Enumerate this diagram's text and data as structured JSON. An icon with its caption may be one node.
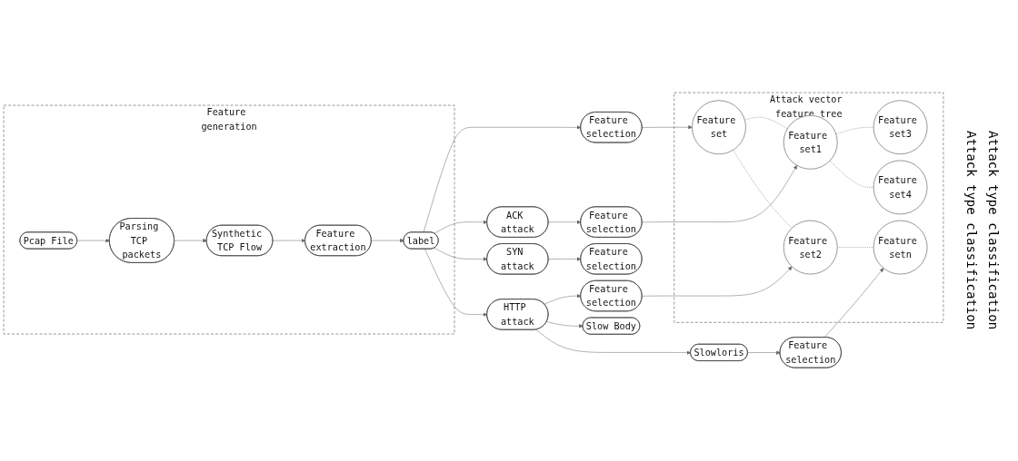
{
  "diagram": {
    "nodes": [
      {
        "text": [
          "Feature generation"
        ]
      },
      {
        "text": [
          "Synthetic TCP Flow"
        ],
        "in": 0
      },
      {
        "text": [
          "Feature extraction"
        ],
        "in": 0
      },
      {
        "text": [
          "label"
        ],
        "in": 0
      },
      {
        "text": [
          "Parsing TCP packets"
        ],
        "in": 0
      },
      {
        "text": [
          "Pcap File"
        ],
        "in": 0
      },
      {
        "text": [
          "Feature selection"
        ]
      },
      {
        "text": [
          "Attack vector feature tree"
        ]
      },
      {
        "text": [
          "Feature set"
        ],
        "in": 7
      },
      {
        "text": [
          "ACK attack"
        ]
      },
      {
        "text": [
          "Feature selection"
        ]
      },
      {
        "text": [
          "Feature set1"
        ],
        "in": 7
      },
      {
        "text": [
          "Feature set2"
        ],
        "in": 7
      },
      {
        "text": [
          "SYN attack"
        ]
      },
      {
        "text": [
          "Feature selection"
        ]
      },
      {
        "text": [
          "Feature set3"
        ],
        "in": 7
      },
      {
        "text": [
          "Feature set4"
        ],
        "in": 7
      },
      {
        "text": [
          "Feature setn"
        ],
        "in": 7
      },
      {
        "text": [
          "HTTP attack"
        ]
      },
      {
        "text": [
          "Feature selection"
        ]
      },
      {
        "text": [
          "Slow Body"
        ]
      },
      {
        "text": [
          "Slowloris"
        ]
      },
      {
        "text": [
          "Feature selection"
        ]
      }
    ],
    "edges": [
      {
        "from": 5,
        "to": 4,
        "arrow": "to"
      },
      {
        "from": 4,
        "to": 1,
        "arrow": "to"
      },
      {
        "from": 1,
        "to": 2,
        "arrow": "to"
      },
      {
        "from": 2,
        "to": 3,
        "arrow": "to"
      },
      {
        "from": 3,
        "to": 6,
        "arrow": "to"
      },
      {
        "from": 6,
        "to": 8,
        "arrow": "to"
      },
      {
        "from": 3,
        "to": 9,
        "arrow": "to"
      },
      {
        "from": 3,
        "to": 13,
        "arrow": "to"
      },
      {
        "from": 3,
        "to": 18,
        "arrow": "to"
      },
      {
        "from": 9,
        "to": 10,
        "arrow": "to"
      },
      {
        "from": 13,
        "to": 14,
        "arrow": "to"
      },
      {
        "from": 18,
        "to": 19,
        "arrow": "to"
      },
      {
        "from": 10,
        "to": 11,
        "arrow": "to"
      },
      {
        "from": 19,
        "to": 12,
        "arrow": "to"
      },
      {
        "from": 18,
        "to": 20,
        "arrow": "to"
      },
      {
        "from": 18,
        "to": 21,
        "arrow": "to"
      },
      {
        "from": 21,
        "to": 22,
        "arrow": "to"
      },
      {
        "from": 22,
        "to": 17,
        "arrow": "to"
      },
      {
        "from": 8,
        "to": 11,
        "arrow": "none",
        "style": "dashed"
      },
      {
        "from": 8,
        "to": 12,
        "arrow": "none",
        "style": "dashed"
      },
      {
        "from": 11,
        "to": 15,
        "arrow": "none",
        "style": "dashed"
      },
      {
        "from": 11,
        "to": 16,
        "arrow": "none",
        "style": "dashed"
      },
      {
        "from": 12,
        "to": 17,
        "arrow": "none",
        "style": "dashed"
      }
    ],
    "labels": [
      "Attack type classification",
      "Attack type classification"
    ]
  }
}
